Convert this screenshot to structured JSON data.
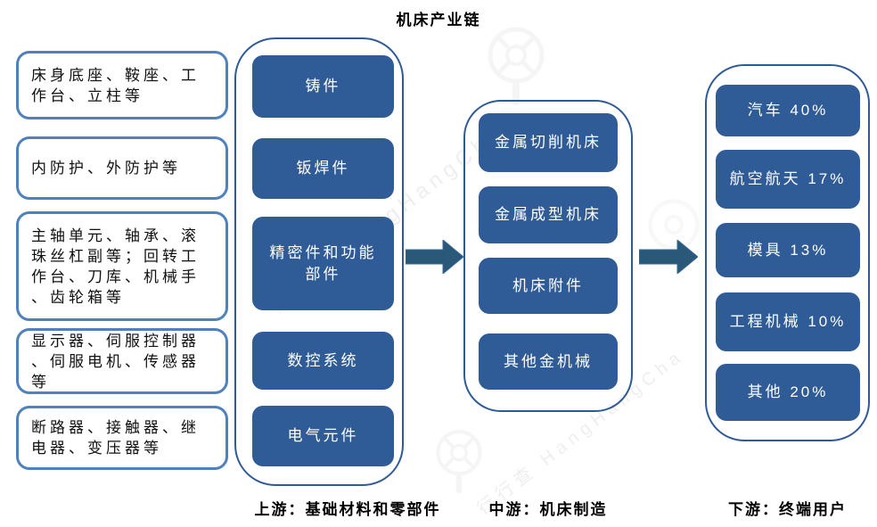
{
  "title": "机床产业链",
  "upstream": {
    "label": "上游：基础材料和零部件",
    "inputs": [
      "床身底座、鞍座、工作台、立柱等",
      "内防护、外防护等",
      "主轴单元、轴承、滚珠丝杠副等；回转工作台、刀库、机械手、齿轮箱等",
      "显示器、伺服控制器、伺服电机、传感器等",
      "断路器、接触器、继电器、变压器等"
    ],
    "components": [
      "铸件",
      "钣焊件",
      "精密件和功能部件",
      "数控系统",
      "电气元件"
    ]
  },
  "midstream": {
    "label": "中游：机床制造",
    "products": [
      "金属切削机床",
      "金属成型机床",
      "机床附件",
      "其他金机械"
    ]
  },
  "downstream": {
    "label": "下游：终端用户",
    "users": [
      {
        "label": "汽车 40%",
        "name": "汽车",
        "share_pct": 40
      },
      {
        "label": "航空航天 17%",
        "name": "航空航天",
        "share_pct": 17
      },
      {
        "label": "模具 13%",
        "name": "模具",
        "share_pct": 13
      },
      {
        "label": "工程机械 10%",
        "name": "工程机械",
        "share_pct": 10
      },
      {
        "label": "其他 20%",
        "name": "其他",
        "share_pct": 20
      }
    ]
  },
  "watermark": {
    "text": "行行查 HangHangCha"
  },
  "colors": {
    "dark_box": "#2f5c96",
    "input_border": "#4f81bd",
    "pillar_border": "#2e5b97",
    "arrow": "#295879",
    "text": "#000000"
  }
}
